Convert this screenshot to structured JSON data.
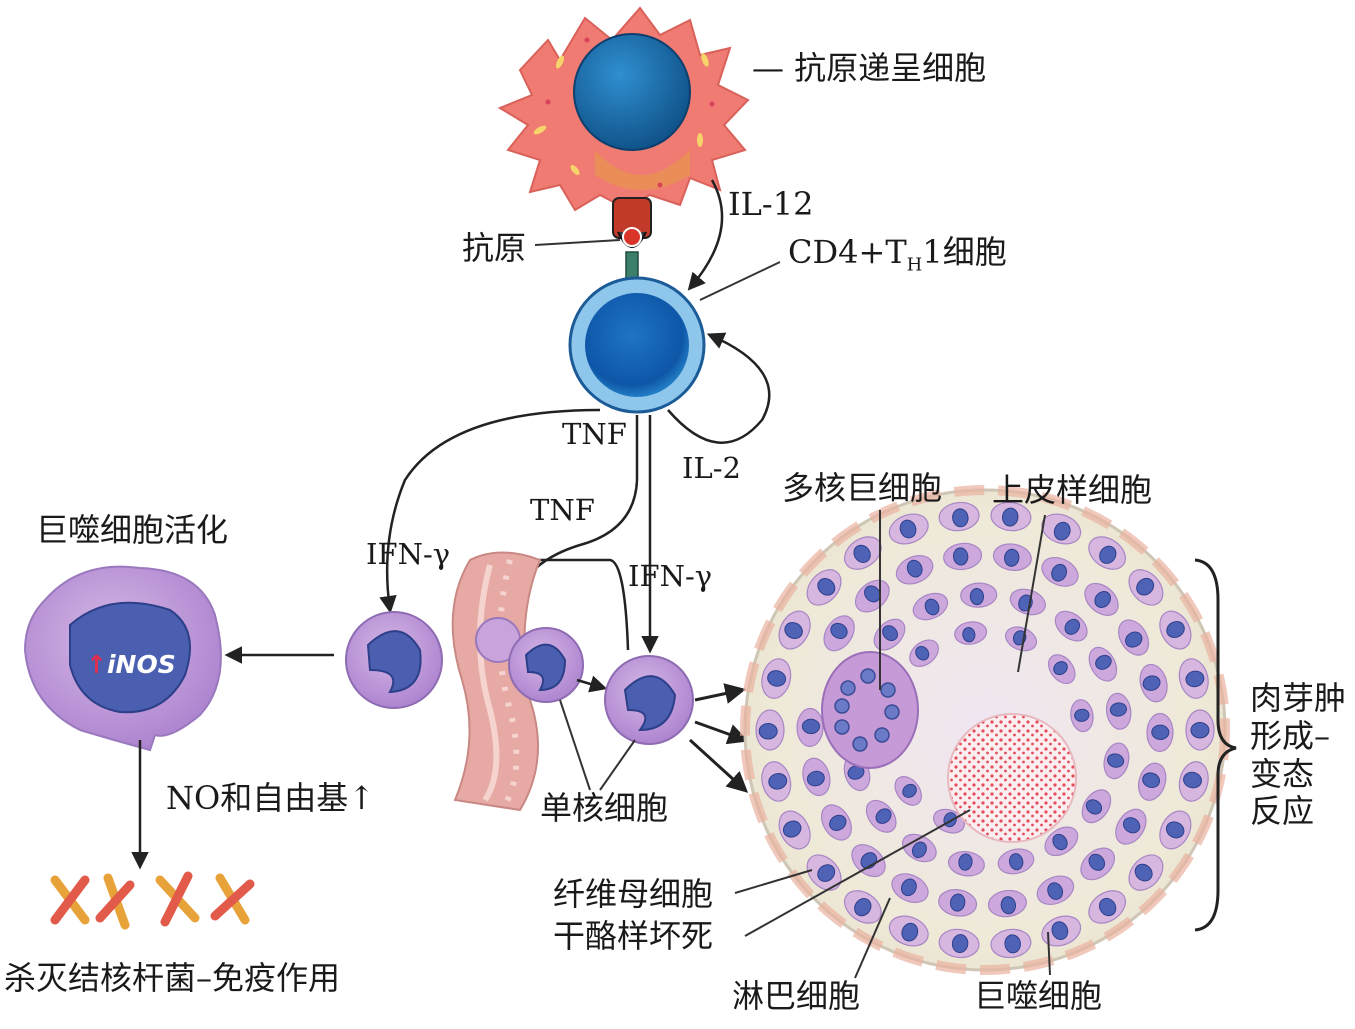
{
  "colors": {
    "apc_body": "#ef7b72",
    "nucleus_blue": "#1e6fae",
    "tcell_ring": "#2b8fd0",
    "macrophage_purple": "#b98fd4",
    "monocyte_nucleus": "#4a5fb0",
    "vessel": "#e6a9a4",
    "necrosis": "#e34d5c",
    "bacteria": "#e8a23a"
  },
  "labels": {
    "apc": "— 抗原递呈细胞",
    "il12": "IL-12",
    "antigen": "抗原",
    "cd4_prefix": "CD4+T",
    "cd4_sub": "H",
    "cd4_suffix": "1细胞",
    "tnf_top": "TNF",
    "il2": "IL-2",
    "tnf_mid": "TNF",
    "ifn_left": "IFN-γ",
    "ifn_right": "IFN-γ",
    "macrophage_activation": "巨噬细胞活化",
    "inos": "iNOS",
    "inos_arrow": "↑",
    "no_radicals": "NO和自由基↑",
    "kill_tb": "杀灭结核杆菌–免疫作用",
    "monocyte": "单核细胞",
    "multinucleate": "多核巨细胞",
    "epithelioid": "上皮样细胞",
    "fibroblast": "纤维母细胞",
    "caseous": "干酪样坏死",
    "lymphocyte": "淋巴细胞",
    "macrophage": "巨噬细胞",
    "granuloma_line1": "肉芽肿",
    "granuloma_line2": "形成–",
    "granuloma_line3": "变态",
    "granuloma_line4": "反应"
  }
}
